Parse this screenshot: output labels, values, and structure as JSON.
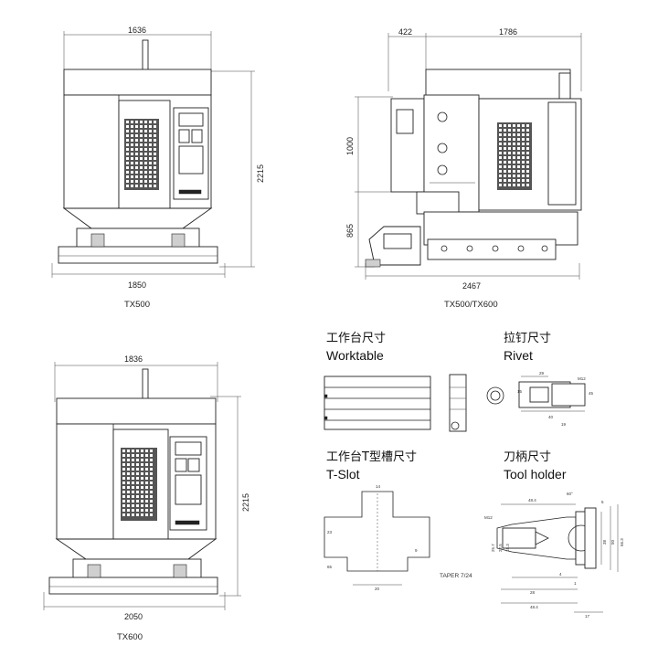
{
  "views": {
    "front_tx500": {
      "width_top": "1636",
      "width_bottom": "1850",
      "height": "2215",
      "caption": "TX500"
    },
    "side": {
      "dim_left": "422",
      "dim_right": "1786",
      "height_upper": "1000",
      "height_lower": "865",
      "width_total": "2467",
      "caption": "TX500/TX600"
    },
    "front_tx600": {
      "width_top": "1836",
      "height": "2215",
      "width_bottom": "2050",
      "caption": "TX600"
    }
  },
  "details": {
    "worktable": {
      "zh": "工作台尺寸",
      "en": "Worktable"
    },
    "rivet": {
      "zh": "拉钉尺寸",
      "en": "Rivet",
      "dims": {
        "d29": "29",
        "m12": "M12",
        "d15": "15",
        "d45": "45",
        "d40": "40",
        "d19": "19"
      }
    },
    "tslot": {
      "zh": "工作台T型槽尺寸",
      "en": "T-Slot",
      "dims": {
        "top": "14",
        "left": "23",
        "right": "9",
        "side": "65",
        "bottom": "20"
      }
    },
    "toolholder": {
      "zh": "刀柄尺寸",
      "en": "Tool holder",
      "dims": {
        "top": "48.4",
        "angle": "60°",
        "d5": "5",
        "m12": "M12",
        "a": "25.7",
        "b": "22.5",
        "c": "15.3",
        "r1": "38",
        "r2": "50",
        "r3": "56.3",
        "taper": "TAPER 7/24",
        "b4": "4",
        "b1": "1",
        "b28": "28",
        "b48": "48.4",
        "b17": "17"
      }
    }
  }
}
